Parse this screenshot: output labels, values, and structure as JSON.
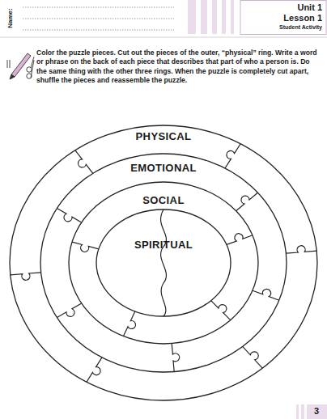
{
  "diagram": {
    "nodes": [
      {
        "text": [
          "PHYSICAL"
        ]
      },
      {
        "text": [
          "EMOTIONAL"
        ],
        "in": 0
      },
      {
        "text": [
          "SOCIAL"
        ],
        "in": 1
      },
      {
        "text": [
          "SPIRITUAL"
        ],
        "in": 2
      }
    ],
    "labels": [
      "Name:",
      "Unit 1",
      "Lesson 1",
      "Student Activity",
      "Color the puzzle pieces. Cut out the pieces of the outer, “physical” ring. Write a word or phrase on the back of each piece that describes that part of who a person is. Do the same thing with the other three rings. When the puzzle is completely cut apart, shuffle the pieces and reassemble the puzzle.",
      "3"
    ]
  }
}
